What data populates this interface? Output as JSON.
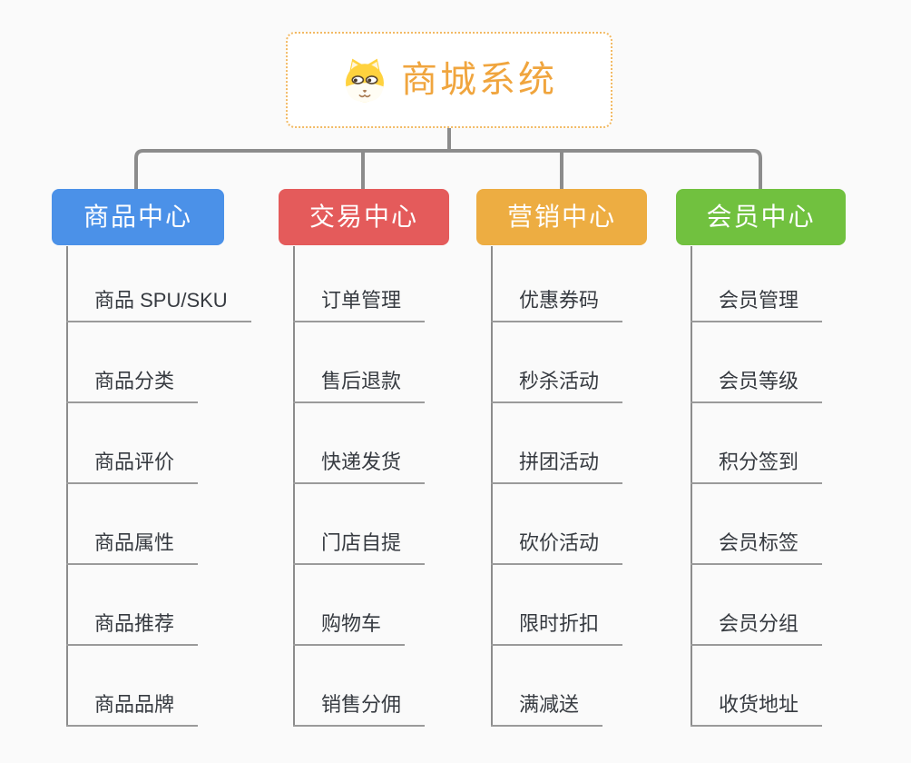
{
  "page": {
    "background": "#FAFAFA"
  },
  "root": {
    "title": "商城系统",
    "icon": "dog-face-icon",
    "text_color": "#F0A53E",
    "border_color": "#F2BA64"
  },
  "connector_color": "#8C8C8C",
  "branches": [
    {
      "label": "商品中心",
      "color": "#4B91E8",
      "items": [
        "商品 SPU/SKU",
        "商品分类",
        "商品评价",
        "商品属性",
        "商品推荐",
        "商品品牌"
      ]
    },
    {
      "label": "交易中心",
      "color": "#E45B5B",
      "items": [
        "订单管理",
        "售后退款",
        "快递发货",
        "门店自提",
        "购物车",
        "销售分佣"
      ]
    },
    {
      "label": "营销中心",
      "color": "#EDAD42",
      "items": [
        "优惠券码",
        "秒杀活动",
        "拼团活动",
        "砍价活动",
        "限时折扣",
        "满减送"
      ]
    },
    {
      "label": "会员中心",
      "color": "#71C13F",
      "items": [
        "会员管理",
        "会员等级",
        "积分签到",
        "会员标签",
        "会员分组",
        "收货地址"
      ]
    }
  ]
}
